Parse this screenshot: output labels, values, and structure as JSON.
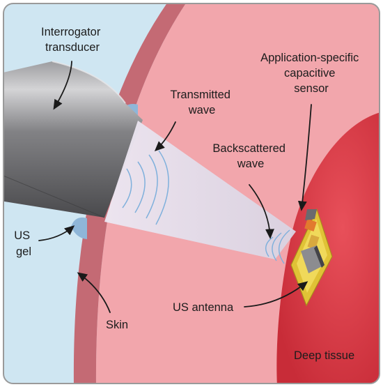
{
  "labels": {
    "interrogator": [
      "Interrogator",
      "transducer"
    ],
    "transmitted": [
      "Transmitted",
      "wave"
    ],
    "sensor": [
      "Application-specific",
      "capacitive",
      "sensor"
    ],
    "backscattered": [
      "Backscattered",
      "wave"
    ],
    "us_gel": [
      "US",
      "gel"
    ],
    "us_antenna": "US antenna",
    "skin": "Skin",
    "deep_tissue": "Deep tissue"
  },
  "colors": {
    "outside": "#cfe6f2",
    "skin_band": "#c46a74",
    "tissue": "#f2a6ac",
    "deep_tissue": "#dc3a45",
    "transducer": "#6f6f72",
    "gel": "#8fb6d8",
    "beam": "#e2dcea",
    "wave_arcs": "#7fb0dc",
    "sensor_frame": "#e0c236",
    "frame": "#9a9a9a"
  },
  "icons": {
    "transducer": "ultrasound-probe-icon",
    "sensor": "implant-chip-icon"
  }
}
